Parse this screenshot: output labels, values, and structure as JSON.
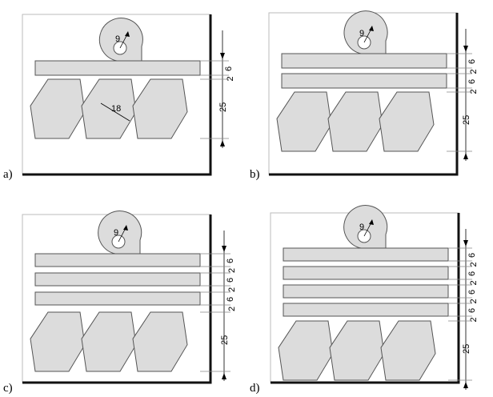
{
  "panels": [
    {
      "label": "a)",
      "roll_radius": "9",
      "spacing_label": "18",
      "bar_heights": [
        "6"
      ],
      "gaps": [
        "2"
      ],
      "base_height": "25"
    },
    {
      "label": "b)",
      "roll_radius": "9",
      "bar_heights": [
        "6",
        "6"
      ],
      "gaps": [
        "2",
        "2"
      ],
      "base_height": "25"
    },
    {
      "label": "c)",
      "roll_radius": "9",
      "bar_heights": [
        "6",
        "6",
        "6"
      ],
      "gaps": [
        "2",
        "2",
        "2"
      ],
      "base_height": "25"
    },
    {
      "label": "d)",
      "roll_radius": "9",
      "bar_heights": [
        "6",
        "6",
        "6",
        "6"
      ],
      "gaps": [
        "2",
        "2",
        "2",
        "2"
      ],
      "base_height": "25"
    }
  ],
  "colors": {
    "fill": "#dcdcdc",
    "stroke": "#555555",
    "frame_shadow": "#111111"
  }
}
